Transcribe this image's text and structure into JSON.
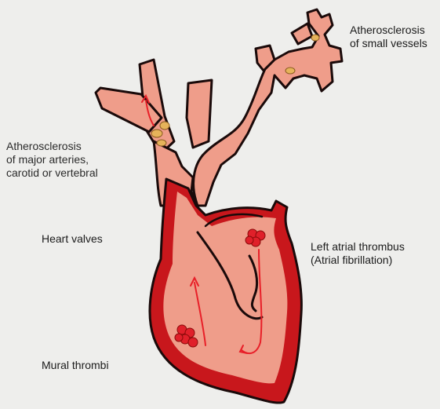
{
  "labels": {
    "small_vessels": [
      "Atherosclerosis",
      "of small vessels"
    ],
    "major_arteries": [
      "Atherosclerosis",
      "of major arteries,",
      "carotid or vertebral"
    ],
    "heart_valves": "Heart valves",
    "left_atrial": [
      "Left atrial thrombus",
      "(Atrial fibrillation)"
    ],
    "mural_thrombi": "Mural thrombi"
  },
  "colors": {
    "background": "#eeeeec",
    "heart_fill": "#ef9d8a",
    "outline": "#1a0a0a",
    "ventricle_wall": "#c8171c",
    "thrombus": "#e0202a",
    "plaque": "#e6b35a",
    "arrow": "#e81f28"
  },
  "icons": [
    "heart-illustration",
    "thrombus-cluster",
    "plaque-deposit",
    "flow-arrow"
  ]
}
